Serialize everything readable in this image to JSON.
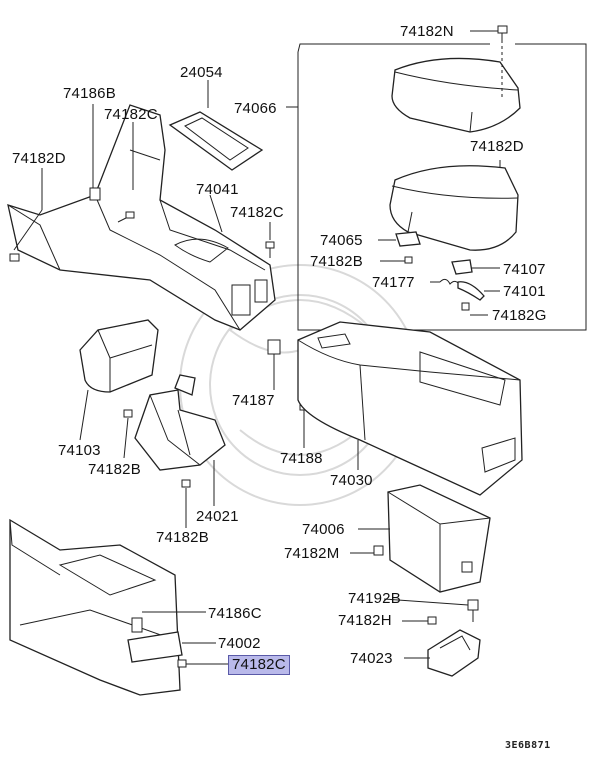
{
  "labels": {
    "p74182N": "74182N",
    "p24054": "24054",
    "p74186B": "74186B",
    "p74182C_top": "74182C",
    "p74066": "74066",
    "p74182D_left": "74182D",
    "p74182D_right": "74182D",
    "p74041": "74041",
    "p74182C_mid": "74182C",
    "p74065": "74065",
    "p74182B_right": "74182B",
    "p74107": "74107",
    "p74177": "74177",
    "p74101": "74101",
    "p74182G": "74182G",
    "p74187": "74187",
    "p74103": "74103",
    "p74182B_left": "74182B",
    "p74188": "74188",
    "p74030": "74030",
    "p24021": "24021",
    "p74182B_bottom": "74182B",
    "p74006": "74006",
    "p74182M": "74182M",
    "p74186C": "74186C",
    "p74002": "74002",
    "p74182C_highlight": "74182C",
    "p74192B": "74192B",
    "p74182H": "74182H",
    "p74023": "74023"
  },
  "diagram_code": "3E6B871",
  "colors": {
    "highlight_fill": "#b9b9ea",
    "line": "#222222"
  }
}
